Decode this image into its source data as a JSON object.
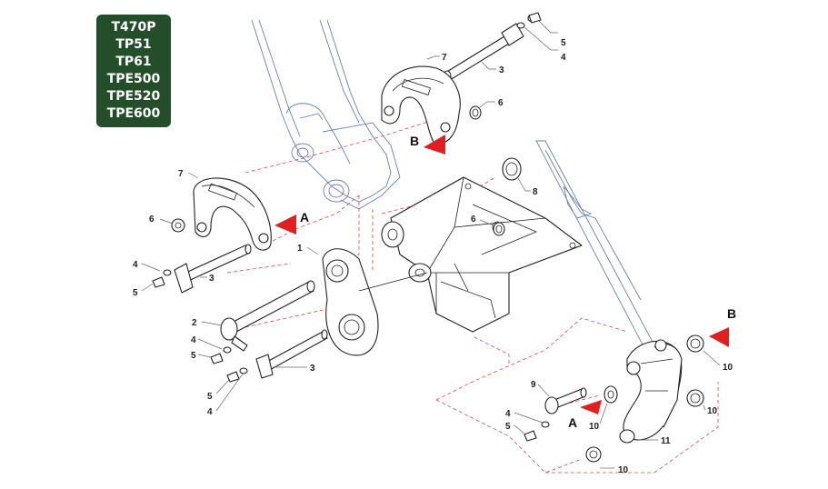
{
  "models": [
    "T470P",
    "TP51",
    "TP61",
    "TPE500",
    "TPE520",
    "TPE600"
  ],
  "section_labels": {
    "a_left": "A",
    "a_right": "A",
    "b_top": "B",
    "b_right": "B"
  },
  "callouts": {
    "c5_top": "5",
    "c4_top": "4",
    "c3_top": "3",
    "c7_top": "7",
    "c6_top": "6",
    "c8": "8",
    "c7_left": "7",
    "c6_left": "6",
    "c6_mid": "6",
    "c1": "1",
    "c4_left": "4",
    "c3_left": "3",
    "c5_left": "5",
    "c2": "2",
    "c4_mid": "4",
    "c5_mid": "5",
    "c3_mid": "3",
    "c5_low": "5",
    "c4_low": "4",
    "c9": "9",
    "c4_right": "4",
    "c10_mid": "10",
    "c5_right": "5",
    "c11": "11",
    "c10_bottom": "10",
    "c10_r1": "10",
    "c10_r2": "10"
  },
  "colors": {
    "badge": "#244e29",
    "arrow": "#e02020",
    "dashed": "#e04848",
    "boom": "#6d7fb5"
  }
}
